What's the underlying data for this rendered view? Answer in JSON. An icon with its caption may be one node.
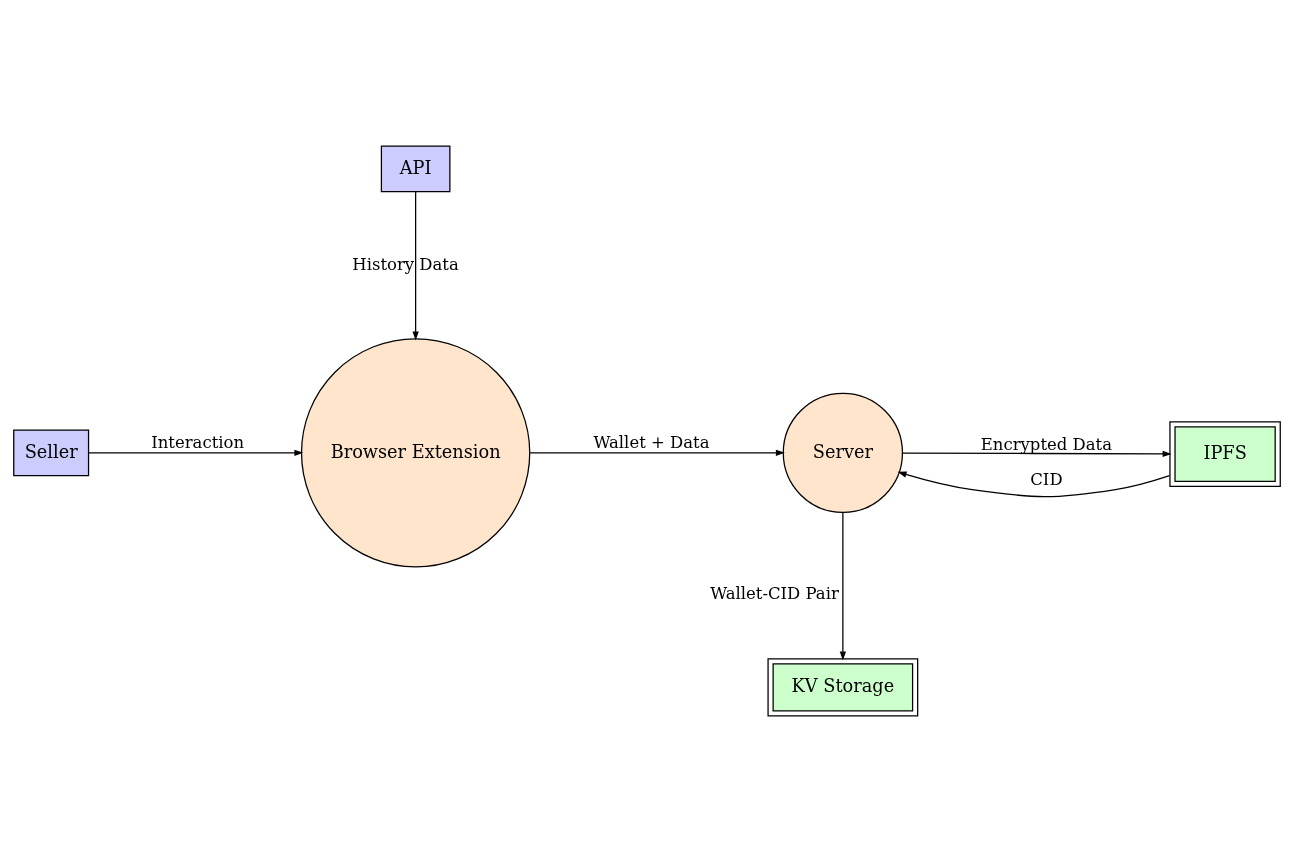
{
  "diagram": {
    "nodes": [
      {
        "text": [
          "API"
        ]
      },
      {
        "text": [
          "Seller"
        ]
      },
      {
        "text": [
          "Browser Extension"
        ]
      },
      {
        "text": [
          "Server"
        ]
      },
      {
        "text": [
          "IPFS"
        ]
      },
      {
        "text": [
          "KV Storage"
        ]
      }
    ],
    "edges": [
      {
        "from": 0,
        "to": 2,
        "arrow": "to",
        "label": "History Data"
      },
      {
        "from": 1,
        "to": 2,
        "arrow": "to",
        "label": "Interaction"
      },
      {
        "from": 2,
        "to": 3,
        "arrow": "to",
        "label": "Wallet + Data"
      },
      {
        "from": 3,
        "to": 4,
        "arrow": "to",
        "label": "Encrypted Data"
      },
      {
        "from": 4,
        "to": 3,
        "arrow": "to",
        "label": "CID"
      },
      {
        "from": 3,
        "to": 5,
        "arrow": "to",
        "label": "Wallet-CID Pair"
      }
    ]
  }
}
